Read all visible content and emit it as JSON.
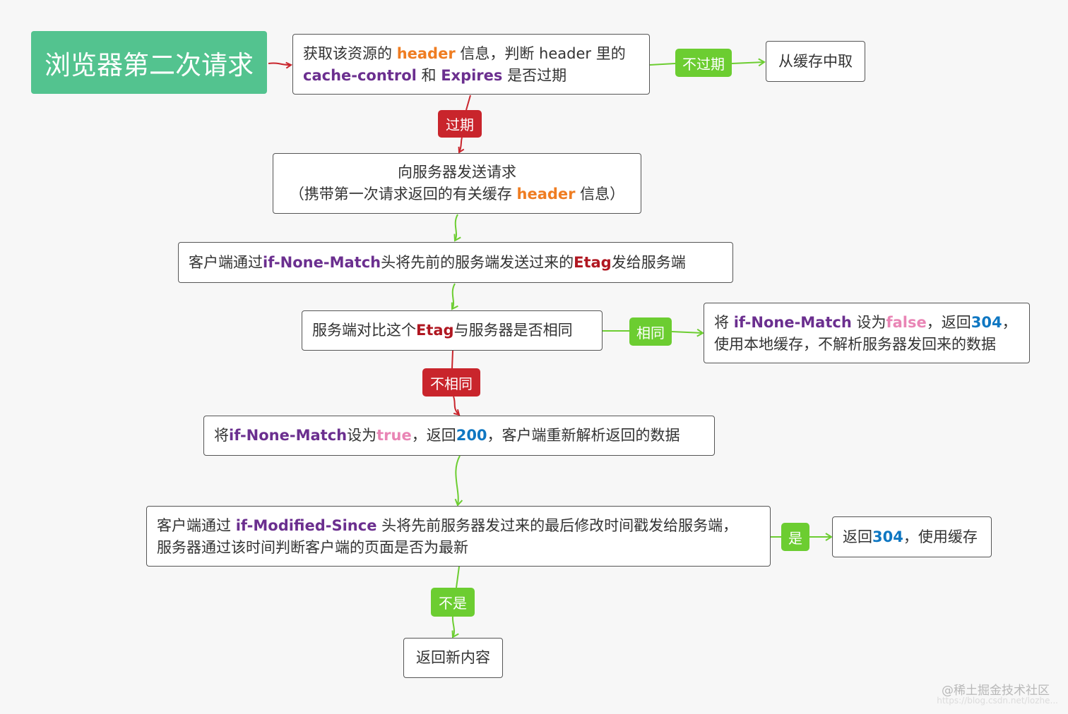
{
  "title": "浏览器第二次请求",
  "node1": {
    "line1_a": "获取该资源的 ",
    "line1_kw": "header",
    "line1_b": " 信息，判断 header 里的",
    "line2_kw1": "cache-control",
    "line2_and": " 和 ",
    "line2_kw2": "Expires",
    "line2_b": " 是否过期"
  },
  "tag_not_expired": "不过期",
  "cache_box": "从缓存中取",
  "tag_expired": "过期",
  "node2": {
    "line1": "向服务器发送请求",
    "line2_a": "（携带第一次请求返回的有关缓存 ",
    "line2_kw": "header",
    "line2_b": " 信息）"
  },
  "node3": {
    "a": "客户端通过 ",
    "kw1": "if-None-Match",
    "b": " 头将先前的服务端发送过来的 ",
    "kw2": "Etag",
    "c": " 发给服务端"
  },
  "node4": {
    "a": "服务端对比这个 ",
    "kw": "Etag",
    "b": " 与服务器是否相同"
  },
  "tag_same": "相同",
  "same_box": {
    "a": "将 ",
    "kw": "if-None-Match",
    "b": " 设为",
    "val": "false",
    "c": "，返回",
    "code": "304",
    "d": "，",
    "line2": "使用本地缓存，不解析服务器发回来的数据"
  },
  "tag_diff": "不相同",
  "node5": {
    "a": "将 ",
    "kw": "if-None-Match",
    "b": " 设为",
    "val": "true",
    "c": "，返回",
    "code": "200",
    "d": "，客户端重新解析返回的数据"
  },
  "node6": {
    "a": "客户端通过 ",
    "kw": "if-Modified-Since",
    "b": " 头将先前服务器发过来的最后修改时间戳发给服务端，",
    "line2": "服务器通过该时间判断客户端的页面是否为最新"
  },
  "tag_yes": "是",
  "yes_box": {
    "a": "返回",
    "code": "304",
    "b": "，使用缓存"
  },
  "tag_no": "不是",
  "final_box": "返回新内容",
  "watermark": "@稀土掘金技术社区",
  "watermark2": "https://blog.csdn.net/lozhe..."
}
